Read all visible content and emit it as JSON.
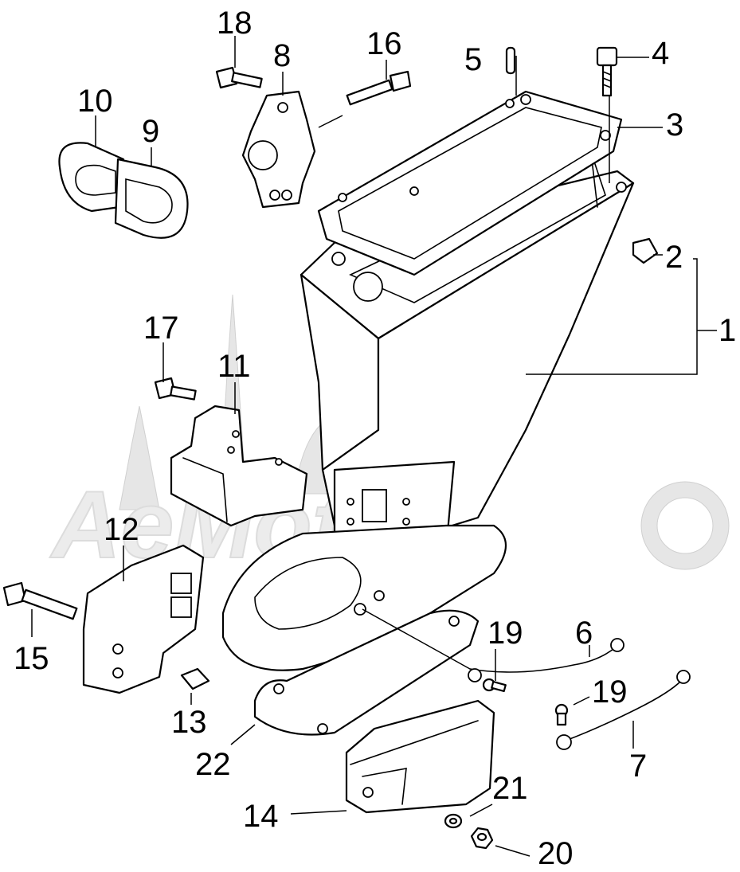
{
  "diagram": {
    "watermark_text": "AeMoto",
    "callouts": {
      "c1": "1",
      "c2": "2",
      "c3": "3",
      "c4": "4",
      "c5": "5",
      "c6": "6",
      "c7": "7",
      "c8": "8",
      "c9": "9",
      "c10": "10",
      "c11": "11",
      "c12": "12",
      "c13": "13",
      "c14": "14",
      "c15": "15",
      "c16": "16",
      "c17": "17",
      "c18": "18",
      "c19a": "19",
      "c19b": "19",
      "c20": "20",
      "c21": "21",
      "c22": "22"
    }
  }
}
